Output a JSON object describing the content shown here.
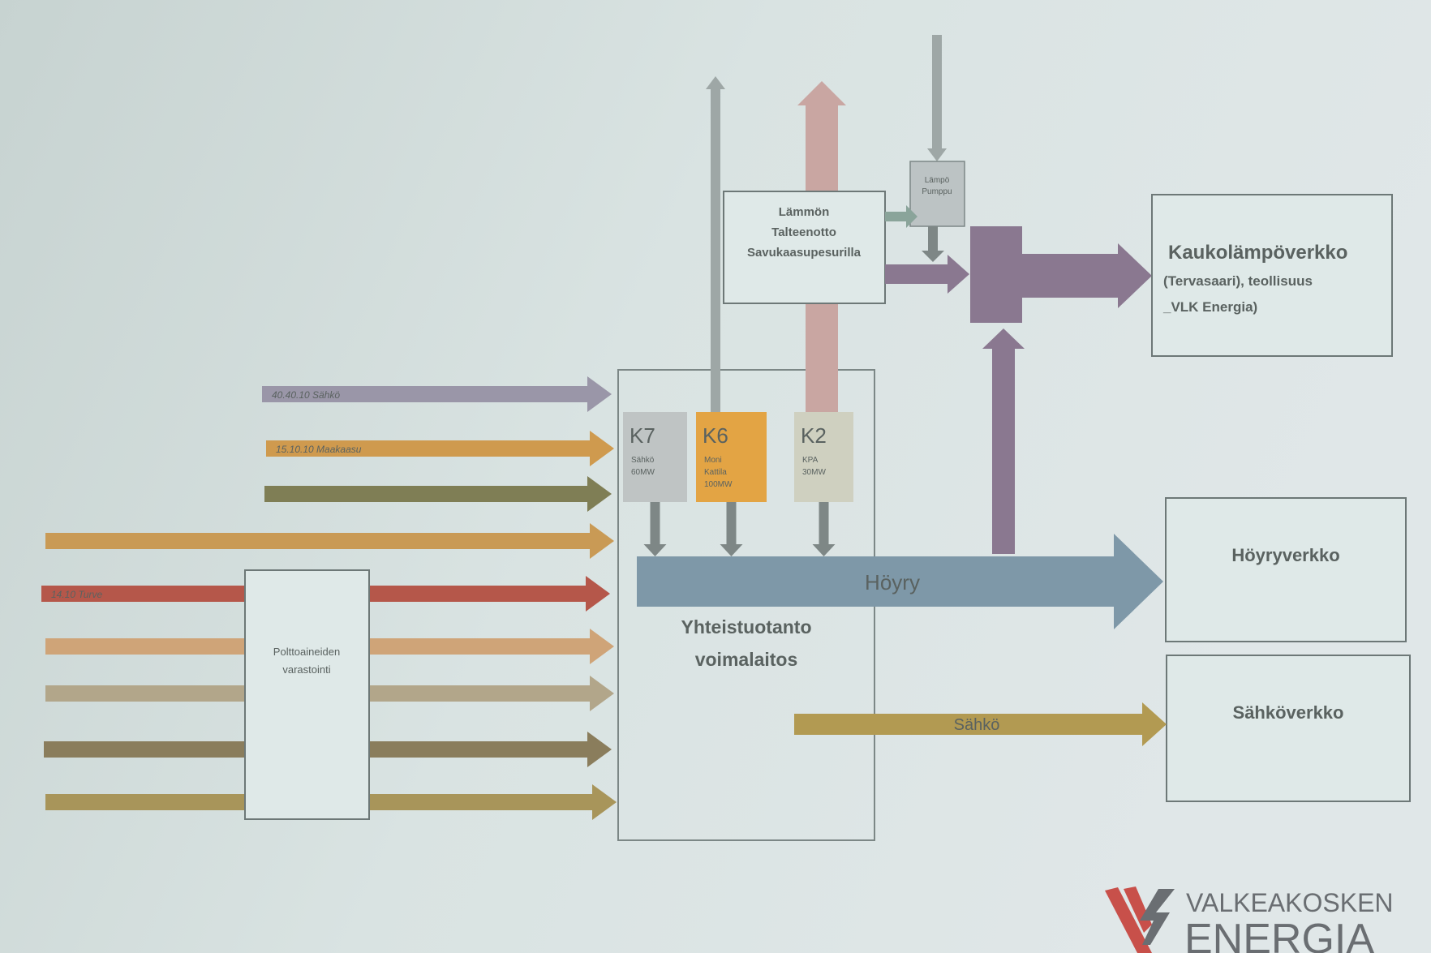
{
  "inputs": [
    {
      "label": "40.40.10 Sähkö",
      "color": "#9a96a8"
    },
    {
      "label": "15.10.10 Maakaasu",
      "color": "#cf9a4e"
    },
    {
      "label": "",
      "color": "#7f7e55"
    },
    {
      "label": "",
      "color": "#c99a55"
    },
    {
      "label": "14.10 Turve",
      "color": "#b5574a"
    },
    {
      "label": "",
      "color": "#cfa478"
    },
    {
      "label": "",
      "color": "#b2a68a"
    },
    {
      "label": "",
      "color": "#8a7d5c"
    },
    {
      "label": "",
      "color": "#a8955a"
    }
  ],
  "storage": {
    "line1": "Polttoaineiden",
    "line2": "varastointi"
  },
  "boilers": [
    {
      "name": "K7",
      "line1": "Sähkö",
      "line2": "60MW",
      "line3": "",
      "color": "#bfc4c4"
    },
    {
      "name": "K6",
      "line1": "Moni",
      "line2": "Kattila",
      "line3": "100MW",
      "color": "#e3a444"
    },
    {
      "name": "K2",
      "line1": "KPA",
      "line2": "30MW",
      "line3": "",
      "color": "#cfd0c0"
    }
  ],
  "plant": {
    "line1": "Yhteistuotanto",
    "line2": "voimalaitos"
  },
  "steam_label": "Höyry",
  "power_label": "Sähkö",
  "heat_recovery": {
    "line1": "Lämmön",
    "line2": "Talteenotto",
    "line3": "Savukaasupesurilla"
  },
  "heat_pump": {
    "line1": "Lämpö",
    "line2": "Pumppu"
  },
  "outputs": {
    "district_heat": {
      "title": "Kaukolämpöverkko",
      "line1": "(Tervasaari), teollisuus",
      "line2": "_VLK Energia)"
    },
    "steam_network": "Höyryverkko",
    "power_network": "Sähköverkko"
  },
  "logo": {
    "line1": "VALKEAKOSKEN",
    "line2": "ENERGIA"
  },
  "colors": {
    "steam": "#7e98a8",
    "purple": "#8a7890",
    "pink": "#c9a6a2",
    "power": "#b29a52"
  }
}
